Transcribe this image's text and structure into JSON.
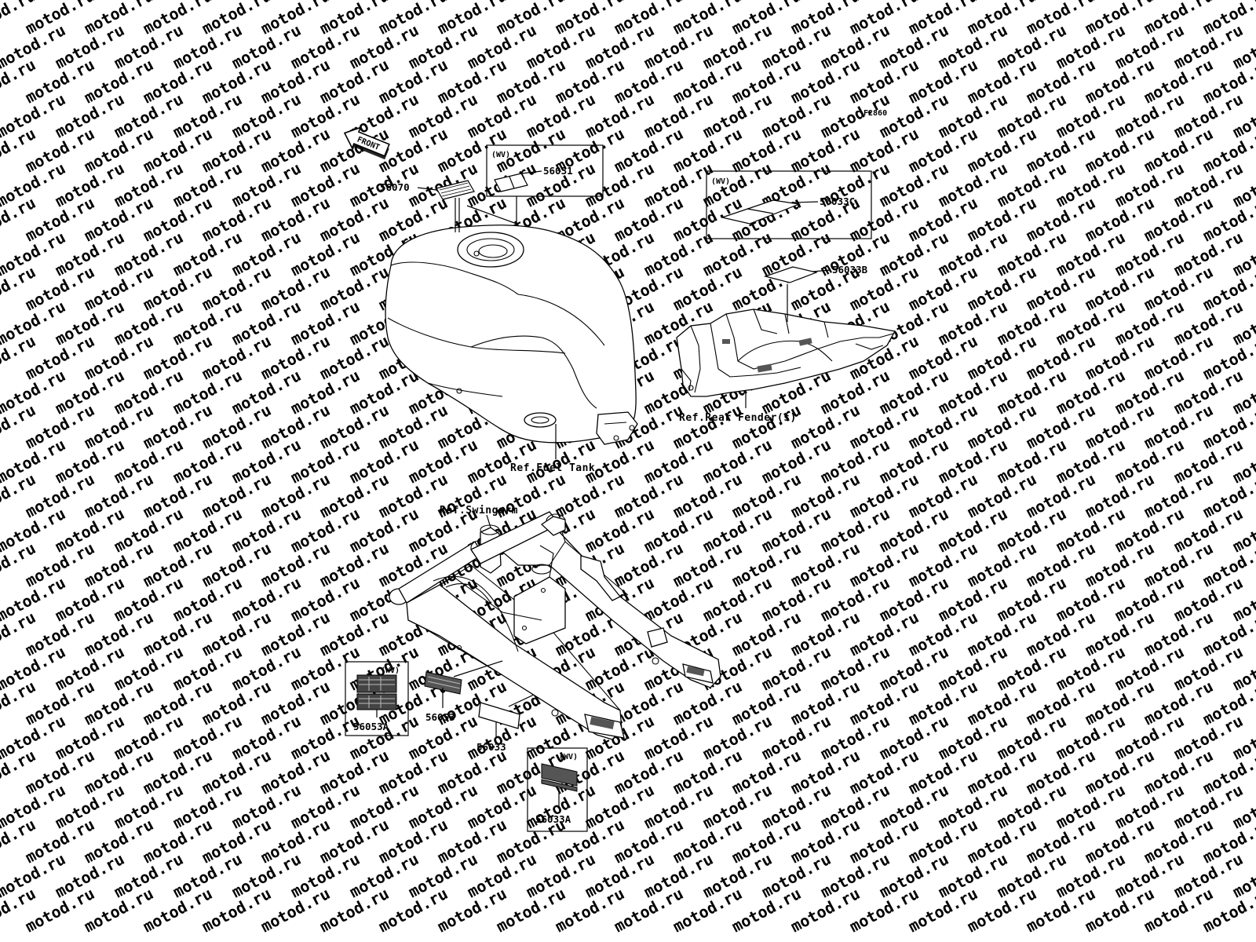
{
  "watermark": {
    "text": "motod.ru",
    "color": "#e2e2e2"
  },
  "figure_code": "F2860",
  "front_arrow": "FRONT",
  "variant_tag": "(WV)",
  "parts": {
    "p56070": "56070",
    "p56031": "56031",
    "p56033C": "56033C",
    "p56033B": "56033B",
    "p56053A": "56053A",
    "p56053": "56053",
    "p56033": "56033",
    "p56033A": "56033A"
  },
  "refs": {
    "fuel_tank": "Ref.Fuel Tank",
    "rear_fender": "Ref.Rear Fender(s)",
    "swingarm": "Ref.Swingarm"
  }
}
